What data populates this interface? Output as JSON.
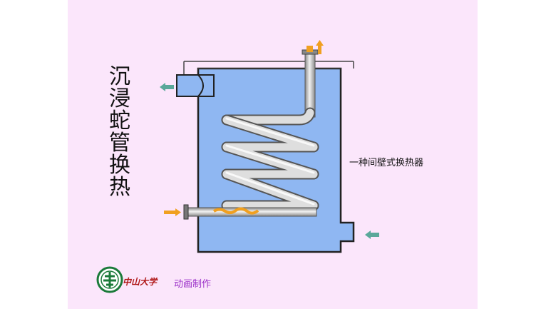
{
  "title": "沉浸蛇管换热",
  "caption": "一种间壁式换热器",
  "footer": {
    "university": "中山大学",
    "credit": "动画制作"
  },
  "icons": {
    "logo": "university-emblem-icon",
    "hot-outlet": "arrow-up-icon",
    "cold-outlet": "arrow-left-icon",
    "hot-inlet": "arrow-right-icon",
    "cold-inlet": "arrow-left-icon"
  },
  "colors": {
    "background": "#fbe6fb",
    "liquid": "#8fb7f2",
    "hot_arrow": "#f0a020",
    "cold_arrow": "#5aa89a",
    "coil": "#c8c8c8"
  }
}
